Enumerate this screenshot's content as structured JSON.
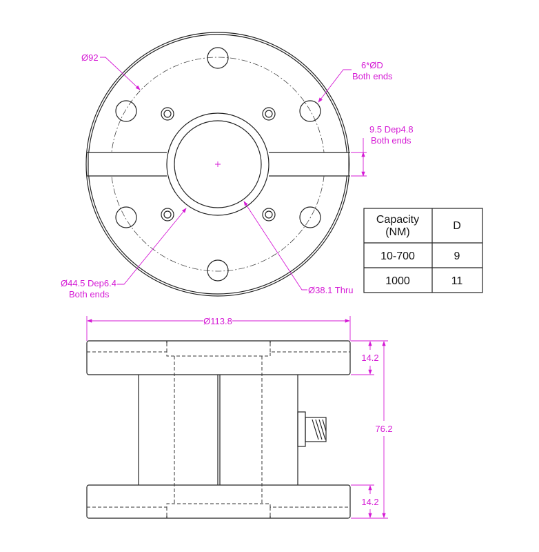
{
  "top_view": {
    "labels": {
      "pitch_circle": "Ø92",
      "holes_line1": "6*ØD",
      "holes_line2": "Both ends",
      "slot_line1": "9.5 Dep4.8",
      "slot_line2": "Both ends",
      "counterbore_line1": "Ø44.5 Dep6.4",
      "counterbore_line2": "Both ends",
      "thru_hole": "Ø38.1 Thru"
    }
  },
  "table": {
    "headers": [
      "Capacity",
      "(NM)",
      "D"
    ],
    "rows": [
      [
        "10-700",
        "9"
      ],
      [
        "1000",
        "11"
      ]
    ]
  },
  "side_view": {
    "labels": {
      "diameter": "Ø113.8",
      "flange_top": "14.2",
      "height": "76.2",
      "flange_bottom": "14.2"
    }
  },
  "colors": {
    "dimension": "#d51ad5",
    "outline": "#222222"
  }
}
